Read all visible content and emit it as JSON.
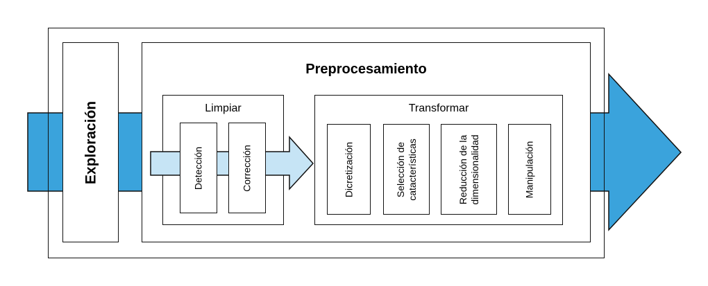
{
  "colors": {
    "main_arrow": "#3AA3DC",
    "inner_arrow": "#C6E4F5",
    "stroke": "#111111"
  },
  "exploracion": {
    "label": "Exploración"
  },
  "preprocesamiento": {
    "title": "Preprocesamiento",
    "limpiar": {
      "title": "Limpiar",
      "steps": [
        "Detección",
        "Corrección"
      ]
    },
    "transformar": {
      "title": "Transformar",
      "steps": [
        "Dicretización",
        "Selección de\ncatacterísticas",
        "Reducción de la\ndimensionalidad",
        "Manipulación"
      ]
    }
  }
}
